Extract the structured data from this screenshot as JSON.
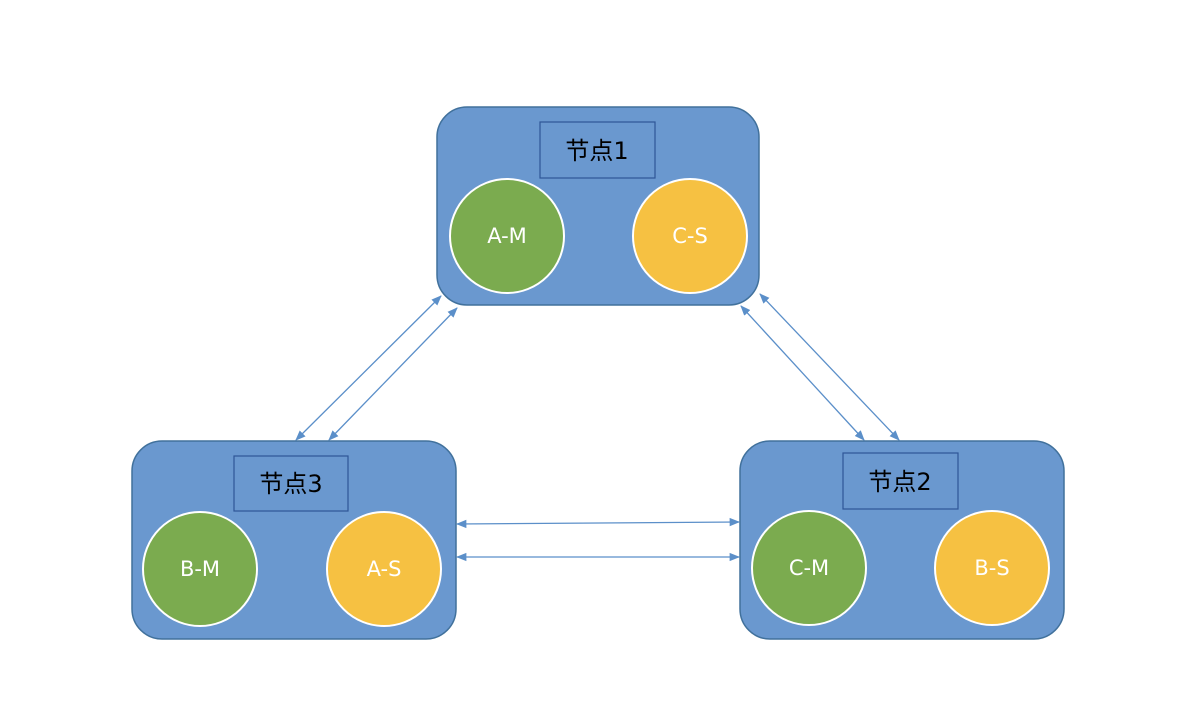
{
  "colors": {
    "node_fill": "#6a98cf",
    "node_border": "#41719c",
    "master": "#7bab4f",
    "slave": "#f6c142",
    "link": "#5b8fc9"
  },
  "nodes": [
    {
      "id": "node1",
      "label": "节点1",
      "master": "A-M",
      "slave": "C-S"
    },
    {
      "id": "node2",
      "label": "节点2",
      "master": "C-M",
      "slave": "B-S"
    },
    {
      "id": "node3",
      "label": "节点3",
      "master": "B-M",
      "slave": "A-S"
    }
  ],
  "links": [
    {
      "from": "node1",
      "to": "node3"
    },
    {
      "from": "node1",
      "to": "node2"
    },
    {
      "from": "node3",
      "to": "node2"
    }
  ]
}
